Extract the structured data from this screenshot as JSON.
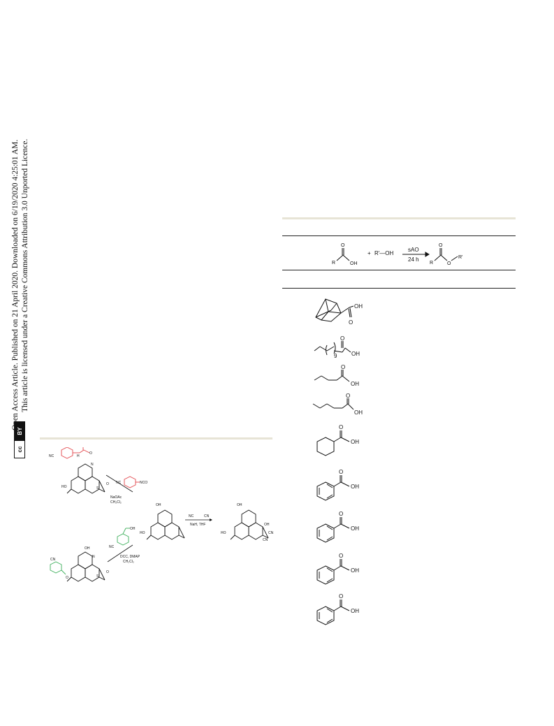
{
  "side_notice": {
    "line1": "Open Access Article. Published on 21 April 2020. Downloaded on 6/19/2020 4:25:01 AM.",
    "line2": "This article is licensed under a Creative Commons Attribution 3.0 Unported Licence.",
    "badge_cc": "cc",
    "badge_by": "BY"
  },
  "reaction_header": {
    "acid_R": "R",
    "acid_OH": "OH",
    "acid_O": "O",
    "plus": "+",
    "alcohol": "R'—OH",
    "catalyst": "sAO",
    "time": "24 h",
    "ester_R": "R",
    "ester_O": "O",
    "ester_Rp": "R'"
  },
  "scheme": {
    "top_reagent": "NaOAc",
    "top_solvent": "CH₂Cl₂",
    "right_reagent": "NaH, THF",
    "bottom_reagent": "DCC, DMAP",
    "bottom_solvent": "CH₂Cl₂",
    "nc_label": "NC",
    "cn_label": "CN",
    "oh_label": "OH",
    "ho_label": "HO",
    "nco_label": "NCO",
    "n_label": "N",
    "s_label": "S",
    "o_label": "O",
    "h_label": "H",
    "colors": {
      "red": "#e2454a",
      "blue": "#3a4fb5",
      "green": "#3cae5a"
    }
  },
  "table_rows": [
    {
      "substrate": "adamantane-carboxylic-acid",
      "OH": "OH",
      "O": "O"
    },
    {
      "substrate": "lauric-acid",
      "OH": "OH",
      "O": "O",
      "sub": "9"
    },
    {
      "substrate": "butyric-acid",
      "OH": "OH",
      "O": "O"
    },
    {
      "substrate": "valeric-acid",
      "OH": "OH",
      "O": "O"
    },
    {
      "substrate": "cyclohexanecarboxylic-acid",
      "OH": "OH",
      "O": "O"
    },
    {
      "substrate": "benzoic-acid",
      "OH": "OH",
      "O": "O"
    },
    {
      "substrate": "benzoic-acid",
      "OH": "OH",
      "O": "O"
    },
    {
      "substrate": "benzoic-acid",
      "OH": "OH",
      "O": "O"
    },
    {
      "substrate": "benzoic-acid",
      "OH": "OH",
      "O": "O"
    }
  ]
}
